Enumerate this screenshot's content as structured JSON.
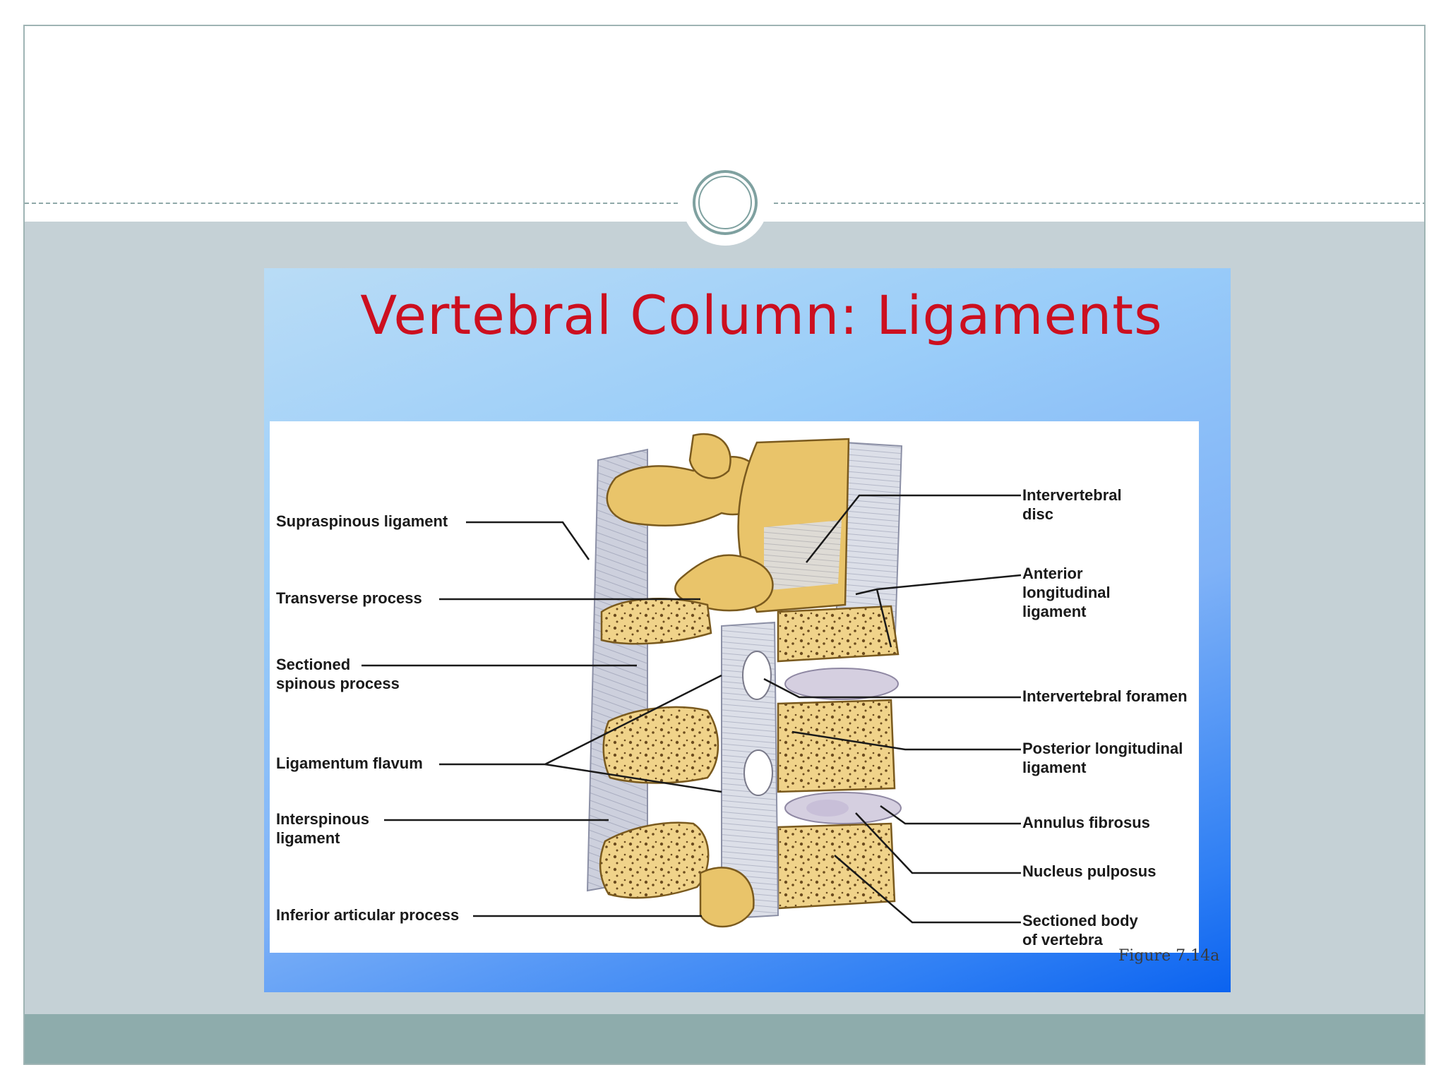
{
  "figure": {
    "title": "Vertebral Column: Ligaments",
    "figure_number": "Figure 7.14a",
    "labels_left": {
      "supraspinous": "Supraspinous ligament",
      "transverse": "Transverse process",
      "sectioned_spinous": "Sectioned\nspinous process",
      "ligamentum_flavum": "Ligamentum flavum",
      "interspinous": "Interspinous\nligament",
      "inferior_articular": "Inferior articular process"
    },
    "labels_right": {
      "intervertebral_disc": "Intervertebral\ndisc",
      "anterior_longitudinal": "Anterior\nlongitudinal\nligament",
      "intervertebral_foramen": "Intervertebral foramen",
      "posterior_longitudinal": "Posterior longitudinal\nligament",
      "annulus_fibrosus": "Annulus fibrosus",
      "nucleus_pulposus": "Nucleus pulposus",
      "sectioned_body": "Sectioned body\nof vertebra"
    }
  },
  "colors": {
    "title": "#cc0f1f",
    "bone": "#e9c46a",
    "ligament": "#c9ccd9",
    "disc": "#d5cfe0"
  }
}
